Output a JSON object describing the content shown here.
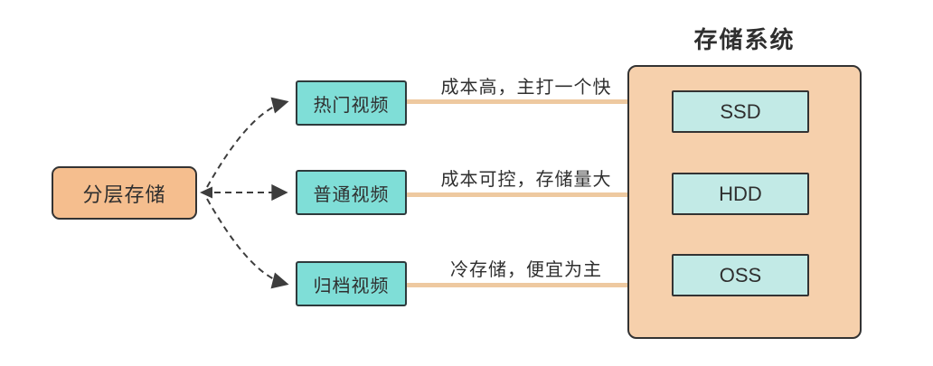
{
  "colors": {
    "canvas-bg": "#ffffff",
    "root-fill": "#f5be8e",
    "container-fill": "#f6d0ac",
    "tier-fill": "#7fded7",
    "storage-fill": "#c2eae6",
    "line-orange": "#eec9a0",
    "stroke-dark": "#333333",
    "dash-gray": "#3d3d3d",
    "text": "#2f2f2f"
  },
  "root_node": {
    "label": "分层存储"
  },
  "tiers": [
    {
      "label": "热门视频",
      "edge_label": "成本高，主打一个快"
    },
    {
      "label": "普通视频",
      "edge_label": "成本可控，存储量大"
    },
    {
      "label": "归档视频",
      "edge_label": "冷存储，便宜为主"
    }
  ],
  "storage_system": {
    "title": "存储系统",
    "items": [
      {
        "label": "SSD"
      },
      {
        "label": "HDD"
      },
      {
        "label": "OSS"
      }
    ]
  }
}
